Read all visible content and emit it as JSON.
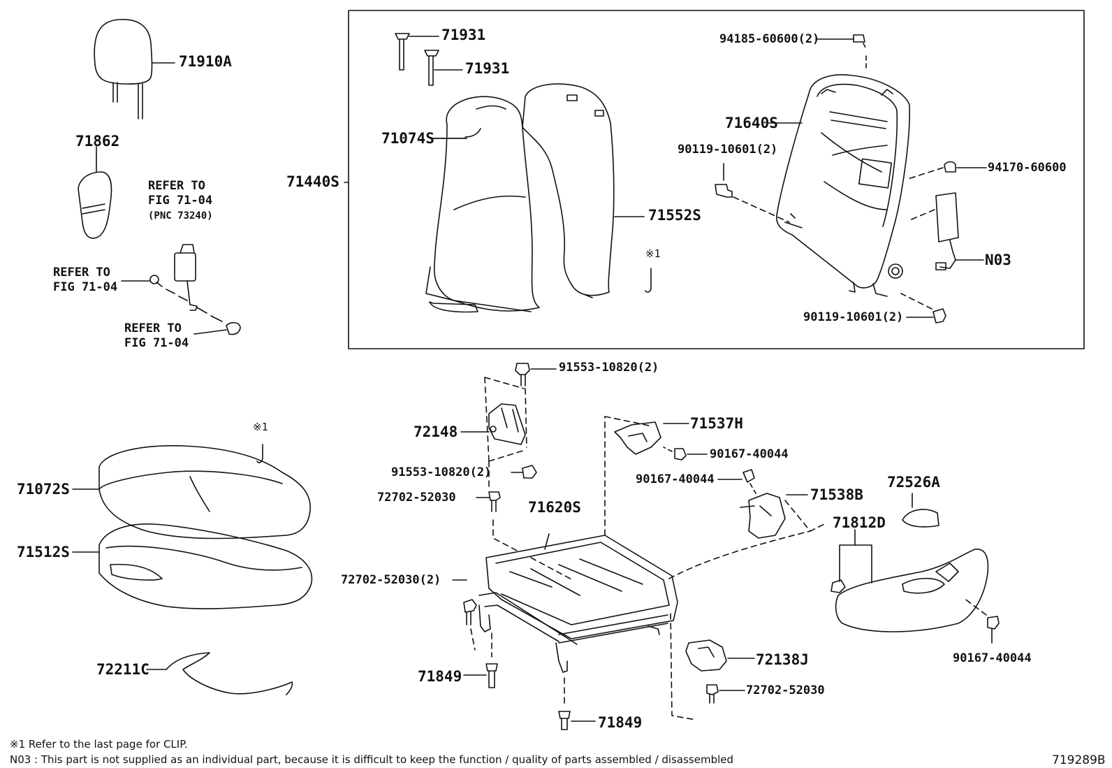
{
  "labels": {
    "p71910A": "71910A",
    "p71862": "71862",
    "ref1a": "REFER TO",
    "ref1b": "FIG 71-04",
    "ref1c": "(PNC 73240)",
    "ref2a": "REFER TO",
    "ref2b": "FIG 71-04",
    "ref3a": "REFER TO",
    "ref3b": "FIG 71-04",
    "p71931a": "71931",
    "p71931b": "71931",
    "p71074S": "71074S",
    "p71440S": "71440S",
    "p71552S": "71552S",
    "mark1a": "※1",
    "p94185": "94185-60600(2)",
    "p71640S": "71640S",
    "p90119a": "90119-10601(2)",
    "p94170": "94170-60600",
    "pN03": "N03",
    "p90119b": "90119-10601(2)",
    "p91553a": "91553-10820(2)",
    "p72148": "72148",
    "p91553b": "91553-10820(2)",
    "p72702a": "72702-52030",
    "p71620S": "71620S",
    "p72702b": "72702-52030(2)",
    "p71537H": "71537H",
    "p90167a": "90167-40044",
    "p90167b": "90167-40044",
    "p71538B": "71538B",
    "p72526A": "72526A",
    "p71812D": "71812D",
    "p90167c": "90167-40044",
    "p72138J": "72138J",
    "p72702c": "72702-52030",
    "p71849a": "71849",
    "p71849b": "71849",
    "mark1b": "※1",
    "p71072S": "71072S",
    "p71512S": "71512S",
    "p72211C": "72211C"
  },
  "notes": {
    "note1": "※1 Refer to the last page for CLIP.",
    "note2": "N03 : This part is not supplied as an individual part, because it is difficult to keep the function / quality of parts assembled / disassembled"
  },
  "figure_id": "719289B"
}
